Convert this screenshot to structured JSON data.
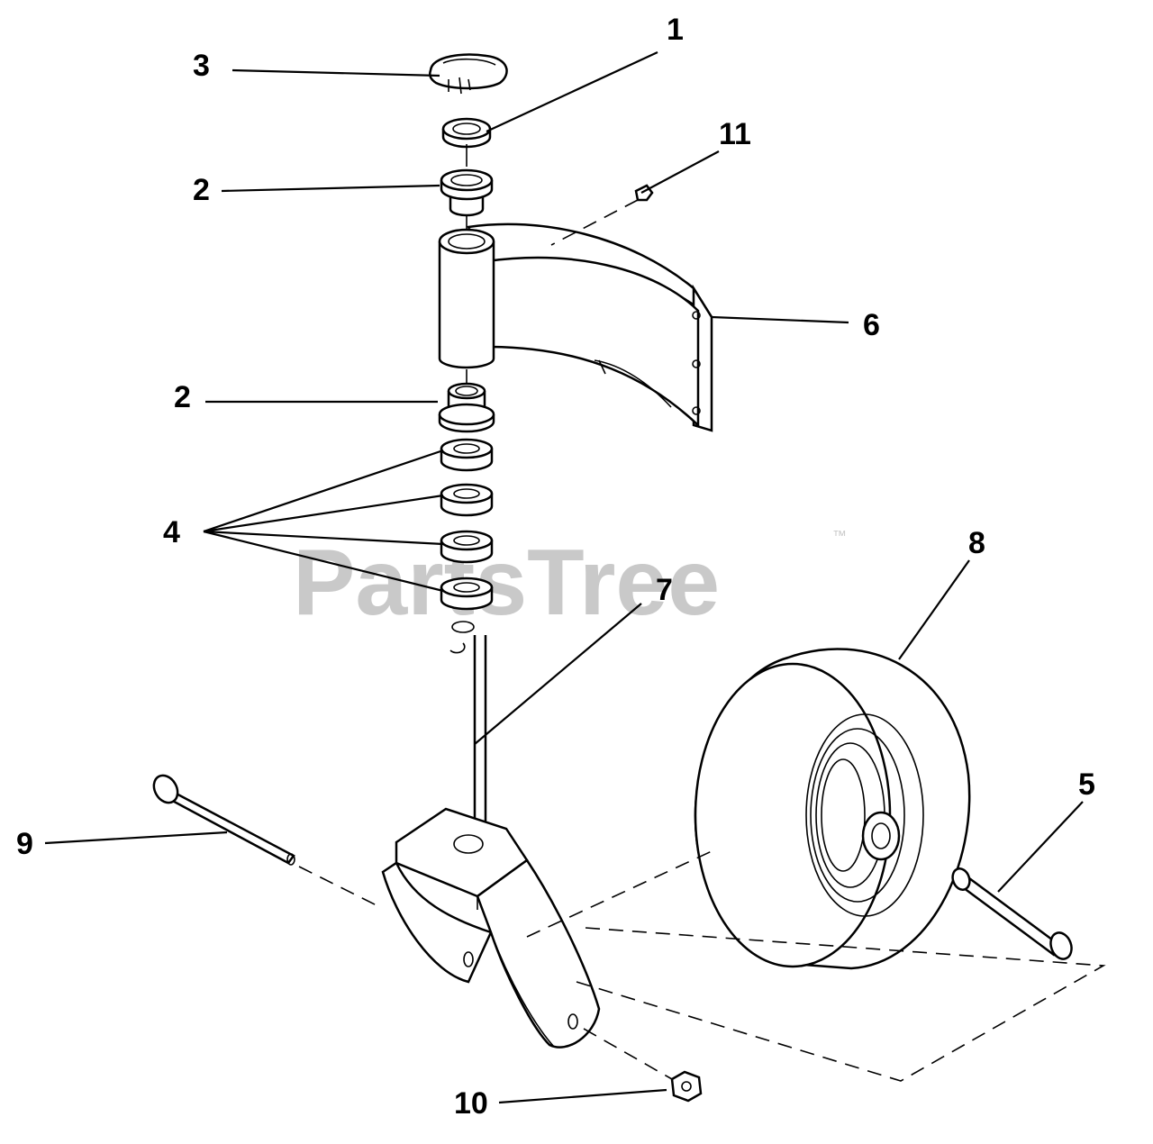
{
  "watermark": {
    "text": "PartsTree",
    "trademark": "™"
  },
  "callouts": [
    "1",
    "2",
    "2",
    "3",
    "4",
    "5",
    "6",
    "7",
    "8",
    "9",
    "10",
    "11"
  ]
}
